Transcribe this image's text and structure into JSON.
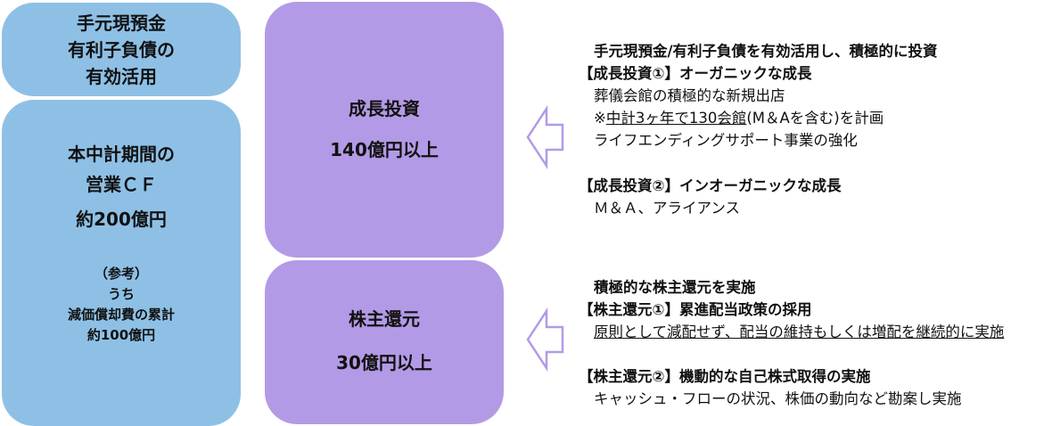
{
  "cash_box": {
    "line1": "手元現預金",
    "line2": "有利子負債の",
    "line3": "有効活用"
  },
  "cf_box": {
    "line1": "本中計期間の",
    "line2": "営業ＣＦ",
    "amount": "約200億円",
    "ref1": "（参考）",
    "ref2": "うち",
    "ref3": "減価償却費の累計",
    "ref4": "約100億円"
  },
  "growth_box": {
    "title": "成長投資",
    "amount": "140億円以上"
  },
  "return_box": {
    "title": "株主還元",
    "amount": "30億円以上"
  },
  "growth_text": {
    "heading": "手元現預金/有利子負債を有効活用し、積極的に投資",
    "item1_title": "【成長投資①】オーガニックな成長",
    "item1_line1": "葬儀会館の積極的な新規出店",
    "item1_line2_prefix": "※",
    "item1_line2_underlined": "中計3ヶ年で130会館",
    "item1_line2_suffix": "(M＆Aを含む)を計画",
    "item1_line3": "ライフエンディングサポート事業の強化",
    "item2_title": "【成長投資②】インオーガニックな成長",
    "item2_line1": "Ｍ＆Ａ、アライアンス"
  },
  "return_text": {
    "heading": "積極的な株主還元を実施",
    "item1_title": "【株主還元①】累進配当政策の採用",
    "item1_line1": "原則として減配せず、配当の維持もしくは増配を継続的に実施",
    "item2_title": "【株主還元②】機動的な自己株式取得の実施",
    "item2_line1": "キャッシュ・フローの状況、株価の動向など勘案し実施"
  },
  "colors": {
    "blue_box": "#8ec0e6",
    "purple_box": "#b39ae6",
    "arrow_outline": "#b39ae6"
  },
  "icons": [
    "left-arrow-icon",
    "left-arrow-icon"
  ]
}
